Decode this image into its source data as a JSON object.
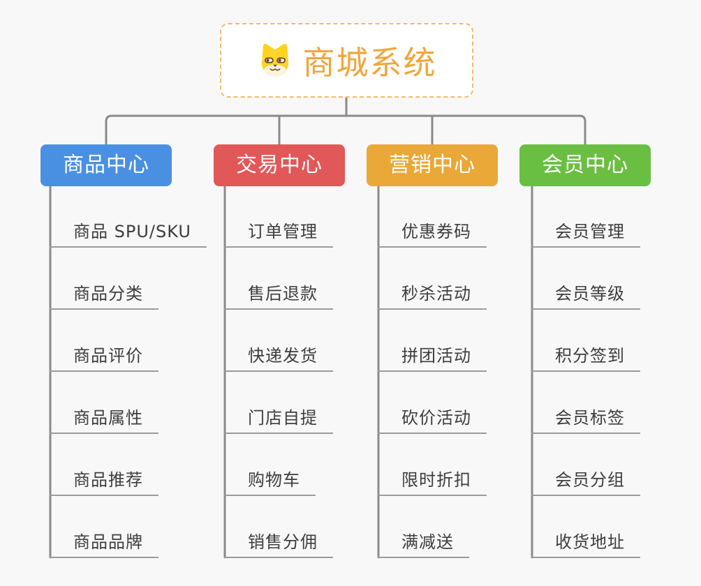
{
  "root": {
    "title": "商城系统",
    "icon": "shiba-dog-icon",
    "accent_color": "#f0a63c"
  },
  "branches": [
    {
      "label": "商品中心",
      "color": "#4a90e2",
      "items": [
        "商品 SPU/SKU",
        "商品分类",
        "商品评价",
        "商品属性",
        "商品推荐",
        "商品品牌"
      ]
    },
    {
      "label": "交易中心",
      "color": "#e25757",
      "items": [
        "订单管理",
        "售后退款",
        "快递发货",
        "门店自提",
        "购物车",
        "销售分佣"
      ]
    },
    {
      "label": "营销中心",
      "color": "#e9a837",
      "items": [
        "优惠券码",
        "秒杀活动",
        "拼团活动",
        "砍价活动",
        "限时折扣",
        "满减送"
      ]
    },
    {
      "label": "会员中心",
      "color": "#6abe42",
      "items": [
        "会员管理",
        "会员等级",
        "积分签到",
        "会员标签",
        "会员分组",
        "收货地址"
      ]
    }
  ],
  "style_tokens": {
    "connector_color": "#8a8a8a",
    "underline_color": "#9b9b9b",
    "item_text_color": "#3d3d3d",
    "background_color": "#f8f8f8",
    "root_border_color": "#f3ba6b"
  }
}
